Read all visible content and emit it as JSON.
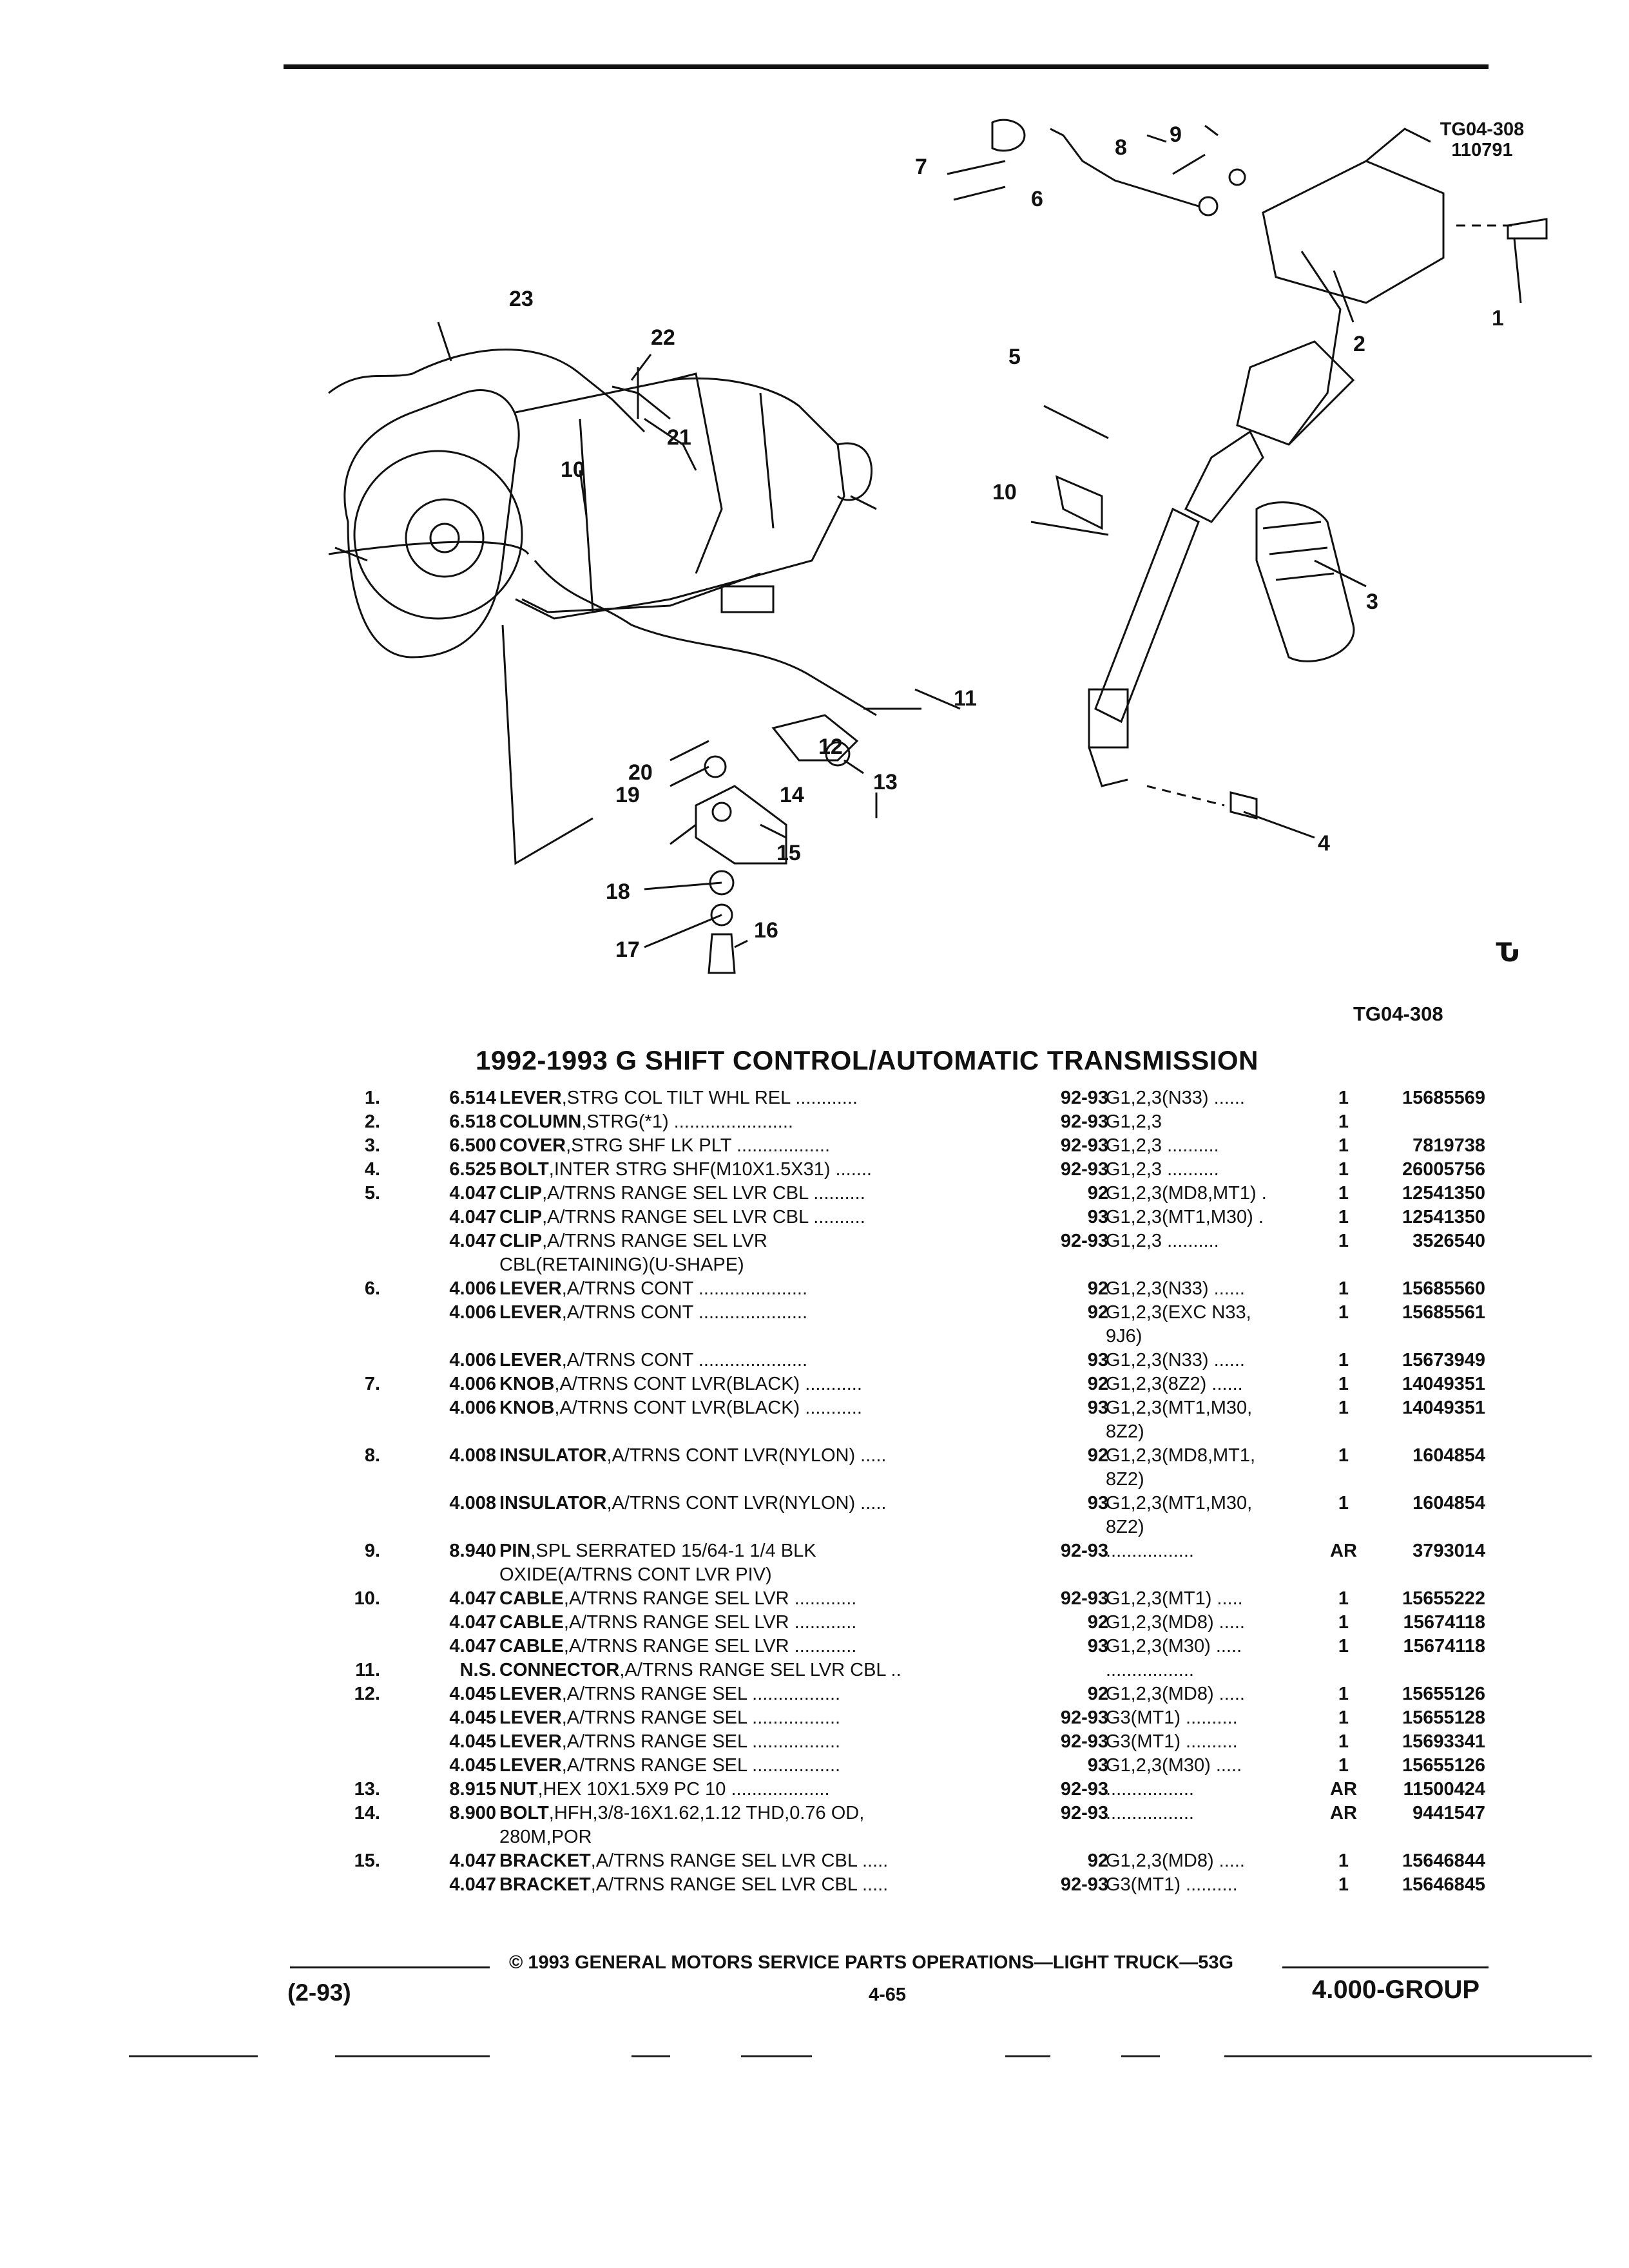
{
  "page": {
    "ref_top_line1": "TG04-308",
    "ref_top_line2": "110791",
    "ref_bottom": "TG04-308",
    "logo_text": "ԏ",
    "title": "1992-1993 G SHIFT CONTROL/AUTOMATIC TRANSMISSION"
  },
  "callouts": [
    "1",
    "2",
    "3",
    "4",
    "5",
    "6",
    "7",
    "8",
    "9",
    "10",
    "10",
    "11",
    "12",
    "13",
    "14",
    "15",
    "16",
    "17",
    "18",
    "19",
    "20",
    "21",
    "22",
    "23"
  ],
  "parts": [
    {
      "item": "1.",
      "cat": "6.514",
      "name": "LEVER",
      ",desc": "",
      "desc": ",STRG COL TILT WHL REL",
      "dots": " ............",
      "year": "92-93",
      "app": "G1,2,3(N33)",
      "app_dots": " ......",
      "qty": "1",
      "part": "15685569"
    },
    {
      "item": "2.",
      "cat": "6.518",
      "name": "COLUMN",
      "desc": ",STRG(*1)",
      "dots": " .......................",
      "year": "92-93",
      "app": "G1,2,3",
      "app_dots": "",
      "qty": "1",
      "part": ""
    },
    {
      "item": "3.",
      "cat": "6.500",
      "name": "COVER",
      "desc": ",STRG SHF LK PLT",
      "dots": " ..................",
      "year": "92-93",
      "app": "G1,2,3",
      "app_dots": " ..........",
      "qty": "1",
      "part": "7819738"
    },
    {
      "item": "4.",
      "cat": "6.525",
      "name": "BOLT",
      "desc": ",INTER STRG SHF(M10X1.5X31)",
      "dots": " .......",
      "year": "92-93",
      "app": "G1,2,3",
      "app_dots": " ..........",
      "qty": "1",
      "part": "26005756"
    },
    {
      "item": "5.",
      "cat": "4.047",
      "name": "CLIP",
      "desc": ",A/TRNS RANGE SEL LVR CBL",
      "dots": " ..........",
      "year": "92",
      "app": "G1,2,3(MD8,MT1)",
      "app_dots": " .",
      "qty": "1",
      "part": "12541350"
    },
    {
      "item": "",
      "cat": "4.047",
      "name": "CLIP",
      "desc": ",A/TRNS RANGE SEL LVR CBL",
      "dots": " ..........",
      "year": "93",
      "app": "G1,2,3(MT1,M30)",
      "app_dots": " .",
      "qty": "1",
      "part": "12541350"
    },
    {
      "item": "",
      "cat": "4.047",
      "name": "CLIP",
      "desc": ",A/TRNS RANGE SEL LVR",
      "dots": "",
      "year": "92-93",
      "app": "G1,2,3",
      "app_dots": " ..........",
      "qty": "1",
      "part": "3526540"
    },
    {
      "item": "",
      "cat": "",
      "name": "",
      "desc": "CBL(RETAINING)(U-SHAPE)",
      "dots": "",
      "year": "",
      "app": "",
      "app_dots": "",
      "qty": "",
      "part": ""
    },
    {
      "item": "6.",
      "cat": "4.006",
      "name": "LEVER",
      "desc": ",A/TRNS CONT",
      "dots": " .....................",
      "year": "92",
      "app": "G1,2,3(N33)",
      "app_dots": " ......",
      "qty": "1",
      "part": "15685560"
    },
    {
      "item": "",
      "cat": "4.006",
      "name": "LEVER",
      "desc": ",A/TRNS CONT",
      "dots": " .....................",
      "year": "92",
      "app": "G1,2,3(EXC N33,",
      "app_dots": "",
      "qty": "1",
      "part": "15685561"
    },
    {
      "item": "",
      "cat": "",
      "name": "",
      "desc": "",
      "dots": "",
      "year": "",
      "app": "9J6)",
      "app_dots": "",
      "qty": "",
      "part": ""
    },
    {
      "item": "",
      "cat": "4.006",
      "name": "LEVER",
      "desc": ",A/TRNS CONT",
      "dots": " .....................",
      "year": "93",
      "app": "G1,2,3(N33)",
      "app_dots": " ......",
      "qty": "1",
      "part": "15673949"
    },
    {
      "item": "7.",
      "cat": "4.006",
      "name": "KNOB",
      "desc": ",A/TRNS CONT LVR(BLACK)",
      "dots": " ...........",
      "year": "92",
      "app": "G1,2,3(8Z2)",
      "app_dots": " ......",
      "qty": "1",
      "part": "14049351"
    },
    {
      "item": "",
      "cat": "4.006",
      "name": "KNOB",
      "desc": ",A/TRNS CONT LVR(BLACK)",
      "dots": " ...........",
      "year": "93",
      "app": "G1,2,3(MT1,M30,",
      "app_dots": "",
      "qty": "1",
      "part": "14049351"
    },
    {
      "item": "",
      "cat": "",
      "name": "",
      "desc": "",
      "dots": "",
      "year": "",
      "app": "8Z2)",
      "app_dots": "",
      "qty": "",
      "part": ""
    },
    {
      "item": "8.",
      "cat": "4.008",
      "name": "INSULATOR",
      "desc": ",A/TRNS CONT LVR(NYLON)",
      "dots": " .....",
      "year": "92",
      "app": "G1,2,3(MD8,MT1,",
      "app_dots": "",
      "qty": "1",
      "part": "1604854"
    },
    {
      "item": "",
      "cat": "",
      "name": "",
      "desc": "",
      "dots": "",
      "year": "",
      "app": "8Z2)",
      "app_dots": "",
      "qty": "",
      "part": ""
    },
    {
      "item": "",
      "cat": "4.008",
      "name": "INSULATOR",
      "desc": ",A/TRNS CONT LVR(NYLON)",
      "dots": " .....",
      "year": "93",
      "app": "G1,2,3(MT1,M30,",
      "app_dots": "",
      "qty": "1",
      "part": "1604854"
    },
    {
      "item": "",
      "cat": "",
      "name": "",
      "desc": "",
      "dots": "",
      "year": "",
      "app": "8Z2)",
      "app_dots": "",
      "qty": "",
      "part": ""
    },
    {
      "item": "9.",
      "cat": "8.940",
      "name": "PIN",
      "desc": ",SPL SERRATED 15/64-1 1/4 BLK",
      "dots": "",
      "year": "92-93",
      "app": "",
      "app_dots": ".................",
      "qty": "AR",
      "part": "3793014"
    },
    {
      "item": "",
      "cat": "",
      "name": "",
      "desc": "OXIDE(A/TRNS CONT LVR PIV)",
      "dots": "",
      "year": "",
      "app": "",
      "app_dots": "",
      "qty": "",
      "part": ""
    },
    {
      "item": "10.",
      "cat": "4.047",
      "name": "CABLE",
      "desc": ",A/TRNS RANGE SEL LVR",
      "dots": " ............",
      "year": "92-93",
      "app": "G1,2,3(MT1)",
      "app_dots": " .....",
      "qty": "1",
      "part": "15655222"
    },
    {
      "item": "",
      "cat": "4.047",
      "name": "CABLE",
      "desc": ",A/TRNS RANGE SEL LVR",
      "dots": " ............",
      "year": "92",
      "app": "G1,2,3(MD8)",
      "app_dots": " .....",
      "qty": "1",
      "part": "15674118"
    },
    {
      "item": "",
      "cat": "4.047",
      "name": "CABLE",
      "desc": ",A/TRNS RANGE SEL LVR",
      "dots": " ............",
      "year": "93",
      "app": "G1,2,3(M30)",
      "app_dots": " .....",
      "qty": "1",
      "part": "15674118"
    },
    {
      "item": "11.",
      "cat": "N.S.",
      "name": "CONNECTOR",
      "desc": ",A/TRNS RANGE SEL LVR CBL",
      "dots": " ..",
      "year": "",
      "app": "",
      "app_dots": ".................",
      "qty": "",
      "part": ""
    },
    {
      "item": "12.",
      "cat": "4.045",
      "name": "LEVER",
      "desc": ",A/TRNS RANGE SEL",
      "dots": " .................",
      "year": "92",
      "app": "G1,2,3(MD8)",
      "app_dots": " .....",
      "qty": "1",
      "part": "15655126"
    },
    {
      "item": "",
      "cat": "4.045",
      "name": "LEVER",
      "desc": ",A/TRNS RANGE SEL",
      "dots": " .................",
      "year": "92-93",
      "app": "G3(MT1)",
      "app_dots": " ..........",
      "qty": "1",
      "part": "15655128"
    },
    {
      "item": "",
      "cat": "4.045",
      "name": "LEVER",
      "desc": ",A/TRNS RANGE SEL",
      "dots": " .................",
      "year": "92-93",
      "app": "G3(MT1)",
      "app_dots": " ..........",
      "qty": "1",
      "part": "15693341"
    },
    {
      "item": "",
      "cat": "4.045",
      "name": "LEVER",
      "desc": ",A/TRNS RANGE SEL",
      "dots": " .................",
      "year": "93",
      "app": "G1,2,3(M30)",
      "app_dots": " .....",
      "qty": "1",
      "part": "15655126"
    },
    {
      "item": "13.",
      "cat": "8.915",
      "name": "NUT",
      "desc": ",HEX 10X1.5X9 PC 10",
      "dots": " ...................",
      "year": "92-93",
      "app": "",
      "app_dots": ".................",
      "qty": "AR",
      "part": "11500424"
    },
    {
      "item": "14.",
      "cat": "8.900",
      "name": "BOLT",
      "desc": ",HFH,3/8-16X1.62,1.12 THD,0.76 OD,",
      "dots": "",
      "year": "92-93",
      "app": "",
      "app_dots": ".................",
      "qty": "AR",
      "part": "9441547"
    },
    {
      "item": "",
      "cat": "",
      "name": "",
      "desc": "280M,POR",
      "dots": "",
      "year": "",
      "app": "",
      "app_dots": "",
      "qty": "",
      "part": ""
    },
    {
      "item": "15.",
      "cat": "4.047",
      "name": "BRACKET",
      "desc": ",A/TRNS RANGE SEL LVR CBL",
      "dots": " .....",
      "year": "92",
      "app": "G1,2,3(MD8)",
      "app_dots": " .....",
      "qty": "1",
      "part": "15646844"
    },
    {
      "item": "",
      "cat": "4.047",
      "name": "BRACKET",
      "desc": ",A/TRNS RANGE SEL LVR CBL",
      "dots": " .....",
      "year": "92-93",
      "app": "G3(MT1)",
      "app_dots": " ..........",
      "qty": "1",
      "part": "15646845"
    }
  ],
  "footer": {
    "copyright": "© 1993 GENERAL MOTORS SERVICE PARTS OPERATIONS—LIGHT TRUCK—53G",
    "date": "(2-93)",
    "page_number": "4-65",
    "group": "4.000-GROUP"
  }
}
